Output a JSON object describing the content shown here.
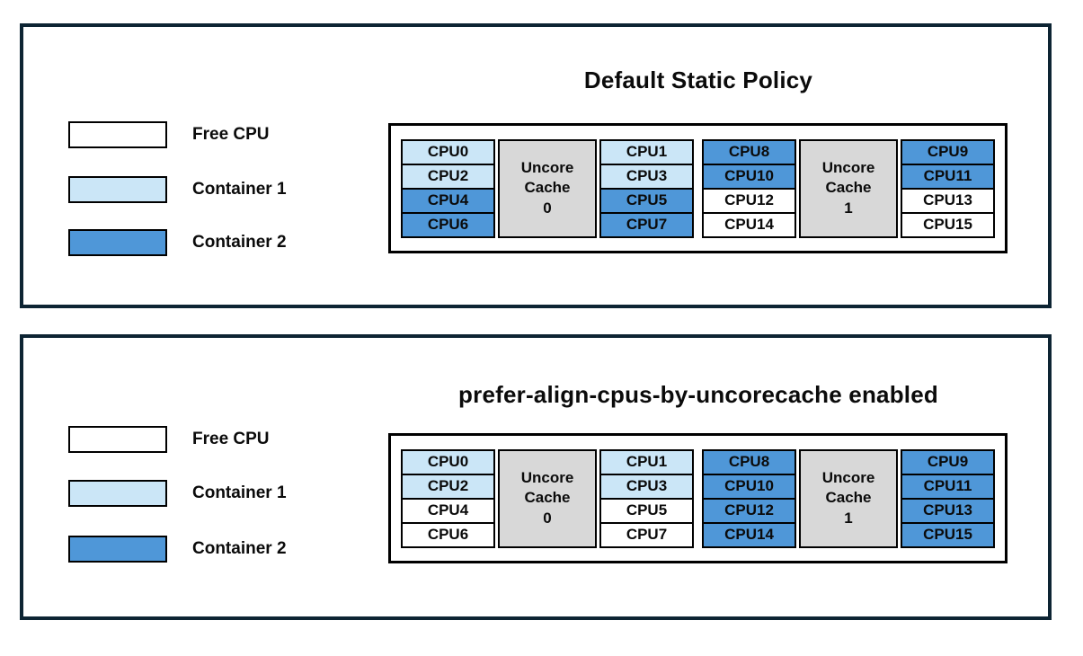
{
  "colors": {
    "free_cpu": "#ffffff",
    "container1": "#cbe6f7",
    "container2": "#4f97d8",
    "uncore_cache": "#d8d8d8",
    "panel_border": "#0d2433"
  },
  "legend": {
    "items": [
      {
        "label": "Free CPU",
        "state": "free_cpu"
      },
      {
        "label": "Container 1",
        "state": "container1"
      },
      {
        "label": "Container 2",
        "state": "container2"
      }
    ]
  },
  "panels": [
    {
      "title": "Default Static Policy",
      "groups": [
        {
          "cache_label": "Uncore\nCache\n0",
          "cache_state": "uncore_cache",
          "left": [
            {
              "label": "CPU0",
              "state": "container1"
            },
            {
              "label": "CPU2",
              "state": "container1"
            },
            {
              "label": "CPU4",
              "state": "container2"
            },
            {
              "label": "CPU6",
              "state": "container2"
            }
          ],
          "right": [
            {
              "label": "CPU1",
              "state": "container1"
            },
            {
              "label": "CPU3",
              "state": "container1"
            },
            {
              "label": "CPU5",
              "state": "container2"
            },
            {
              "label": "CPU7",
              "state": "container2"
            }
          ]
        },
        {
          "cache_label": "Uncore\nCache\n1",
          "cache_state": "uncore_cache",
          "left": [
            {
              "label": "CPU8",
              "state": "container2"
            },
            {
              "label": "CPU10",
              "state": "container2"
            },
            {
              "label": "CPU12",
              "state": "free_cpu"
            },
            {
              "label": "CPU14",
              "state": "free_cpu"
            }
          ],
          "right": [
            {
              "label": "CPU9",
              "state": "container2"
            },
            {
              "label": "CPU11",
              "state": "container2"
            },
            {
              "label": "CPU13",
              "state": "free_cpu"
            },
            {
              "label": "CPU15",
              "state": "free_cpu"
            }
          ]
        }
      ]
    },
    {
      "title": "prefer-align-cpus-by-uncorecache enabled",
      "groups": [
        {
          "cache_label": "Uncore\nCache\n0",
          "cache_state": "uncore_cache",
          "left": [
            {
              "label": "CPU0",
              "state": "container1"
            },
            {
              "label": "CPU2",
              "state": "container1"
            },
            {
              "label": "CPU4",
              "state": "free_cpu"
            },
            {
              "label": "CPU6",
              "state": "free_cpu"
            }
          ],
          "right": [
            {
              "label": "CPU1",
              "state": "container1"
            },
            {
              "label": "CPU3",
              "state": "container1"
            },
            {
              "label": "CPU5",
              "state": "free_cpu"
            },
            {
              "label": "CPU7",
              "state": "free_cpu"
            }
          ]
        },
        {
          "cache_label": "Uncore\nCache\n1",
          "cache_state": "uncore_cache",
          "left": [
            {
              "label": "CPU8",
              "state": "container2"
            },
            {
              "label": "CPU10",
              "state": "container2"
            },
            {
              "label": "CPU12",
              "state": "container2"
            },
            {
              "label": "CPU14",
              "state": "container2"
            }
          ],
          "right": [
            {
              "label": "CPU9",
              "state": "container2"
            },
            {
              "label": "CPU11",
              "state": "container2"
            },
            {
              "label": "CPU13",
              "state": "container2"
            },
            {
              "label": "CPU15",
              "state": "container2"
            }
          ]
        }
      ]
    }
  ]
}
